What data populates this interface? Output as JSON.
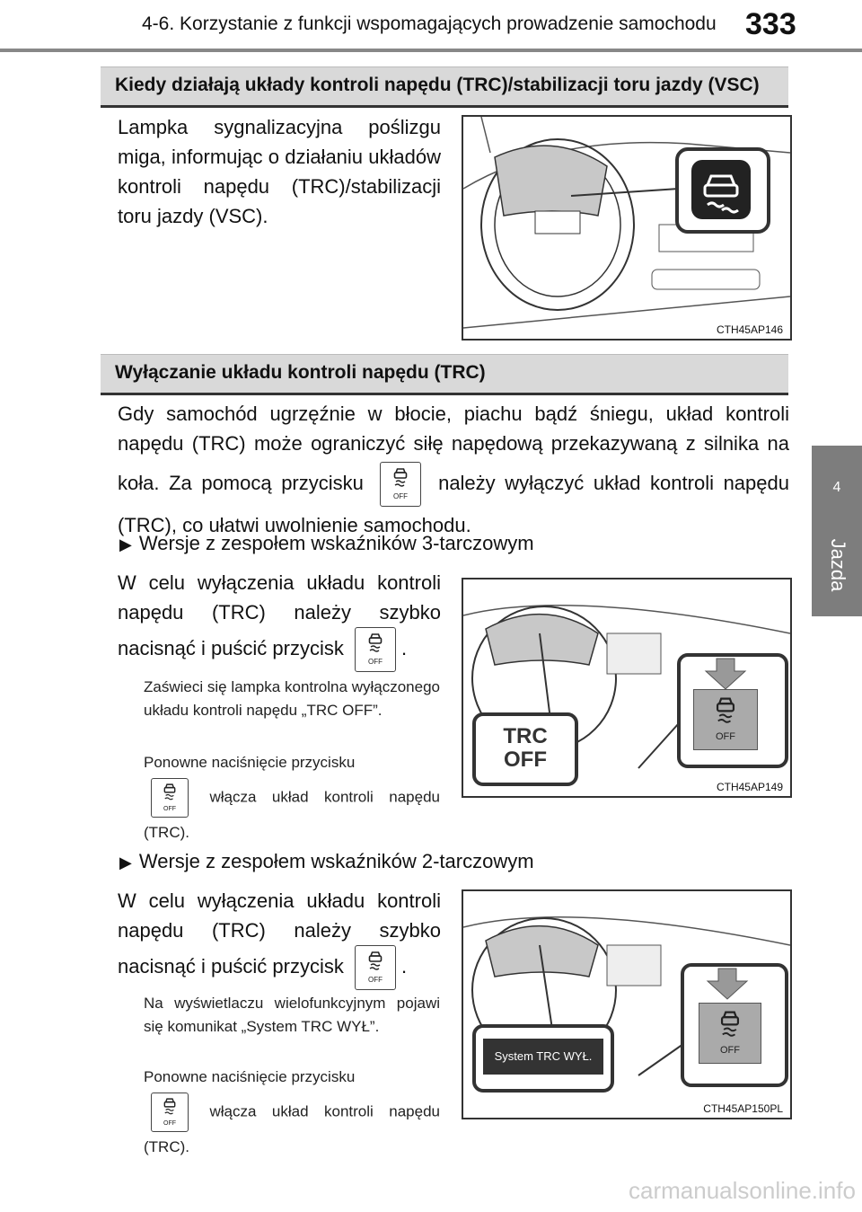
{
  "header": {
    "chapter_title": "4-6. Korzystanie z funkcji wspomagających prowadzenie samochodu",
    "page_number": "333"
  },
  "sidebar": {
    "chapter_number": "4",
    "chapter_label": "Jazda"
  },
  "section1": {
    "title": "Kiedy działają układy kontroli napędu (TRC)/stabilizacji toru jazdy (VSC)",
    "text": "Lampka sygnalizacyjna poślizgu miga, informując o działaniu układów kontroli napędu (TRC)/stabilizacji toru jazdy (VSC).",
    "figure_code": "CTH45AP146"
  },
  "section2": {
    "title": "Wyłączanie układu kontroli napędu (TRC)",
    "intro_a": "Gdy samochód ugrzęźnie w błocie, piachu bądź śniegu, układ kontroli napędu (TRC) może ograniczyć siłę napędową przekazywaną z silnika na koła. Za pomocą przycisku",
    "intro_b": "należy wyłączyć układ kontroli napędu (TRC), co ułatwi uwolnienie samochodu.",
    "variant1": {
      "heading": "Wersje z zespołem wskaźników 3-tarczowym",
      "text": "W celu wyłączenia układu kontroli napędu (TRC) należy szybko nacisnąć i puścić przycisk",
      "note1": "Zaświeci się lampka kontrolna wyłączonego układu kontroli napędu „TRC OFF”.",
      "note2a": "Ponowne naciśnięcie przycisku",
      "note2b": "włącza układ kontroli napędu (TRC).",
      "figure_code": "CTH45AP149",
      "indicator_line1": "TRC",
      "indicator_line2": "OFF"
    },
    "variant2": {
      "heading": "Wersje z zespołem wskaźników 2-tarczowym",
      "text": "W celu wyłączenia układu kontroli napędu (TRC) należy szybko nacisnąć i puścić przycisk",
      "note1": "Na wyświetlaczu wielofunkcyjnym pojawi się komunikat „System TRC WYŁ”.",
      "note2a": "Ponowne naciśnięcie przycisku",
      "note2b": "włącza układ kontroli napędu (TRC).",
      "figure_code": "CTH45AP150PL",
      "display_message": "System TRC WYŁ."
    }
  },
  "button_label": "OFF",
  "watermark": "carmanualsonline.info"
}
